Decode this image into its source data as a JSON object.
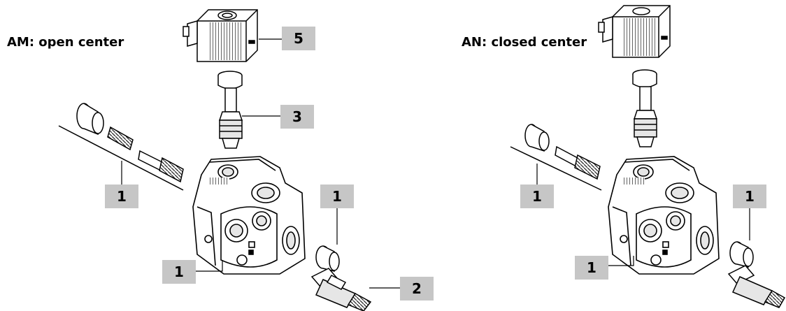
{
  "headings": {
    "left": "AM: open center",
    "right": "AN: closed center"
  },
  "labels": {
    "solenoid_coil": "5",
    "cartridge_valve": "3",
    "plug_kit_left": "1",
    "plug_side_left": "1",
    "plug_bottom_left": "1",
    "relief_valve": "2",
    "plug_kit_right": "1",
    "plug_side_right": "1",
    "plug_bottom_right": "1"
  },
  "colors": {
    "badge_fill": "#c6c6c6",
    "line": "#000000",
    "part_fill": "#ffffff",
    "part_shade": "#e6e6e6"
  }
}
